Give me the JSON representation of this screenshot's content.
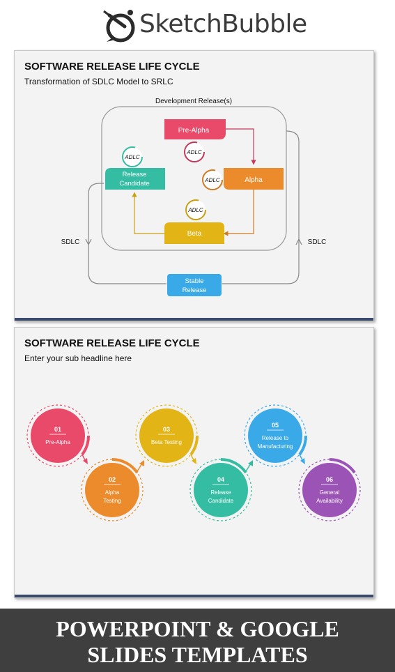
{
  "brand": {
    "name": "SketchBubble"
  },
  "slide1": {
    "title": "SOFTWARE RELEASE LIFE CYCLE",
    "subtitle": "Transformation of SDLC Model to SRLC",
    "dev_release_label": "Development Release(s)",
    "sdlc_left": "SDLC",
    "sdlc_right": "SDLC",
    "adlc": "ADLC",
    "nodes": {
      "pre_alpha": "Pre-Alpha",
      "alpha": "Alpha",
      "beta": "Beta",
      "rc_line1": "Release",
      "rc_line2": "Candidate",
      "stable_line1": "Stable",
      "stable_line2": "Release"
    },
    "colors": {
      "pre_alpha": "#ea4a6a",
      "alpha": "#eb8b2b",
      "beta": "#e2b416",
      "rc": "#35bda3",
      "stable": "#3aa9e8"
    }
  },
  "slide2": {
    "title": "SOFTWARE RELEASE LIFE CYCLE",
    "subtitle": "Enter your sub headline here",
    "steps": [
      {
        "num": "01",
        "line1": "Pre-Alpha",
        "line2": "",
        "color": "#ea4a6a"
      },
      {
        "num": "02",
        "line1": "Alpha",
        "line2": "Testing",
        "color": "#eb8b2b"
      },
      {
        "num": "03",
        "line1": "Beta Testing",
        "line2": "",
        "color": "#e2b416"
      },
      {
        "num": "04",
        "line1": "Release",
        "line2": "Candidate",
        "color": "#35bda3"
      },
      {
        "num": "05",
        "line1": "Release to",
        "line2": "Manufacturing",
        "color": "#3aa9e8"
      },
      {
        "num": "06",
        "line1": "General",
        "line2": "Availability",
        "color": "#9b54b6"
      }
    ]
  },
  "footer": {
    "line1": "POWERPOINT &  GOOGLE",
    "line2": "SLIDES TEMPLATES"
  }
}
